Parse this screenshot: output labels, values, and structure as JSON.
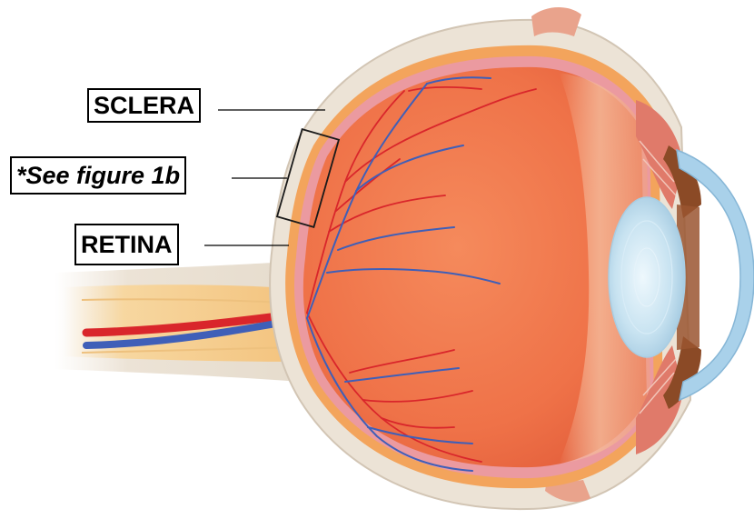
{
  "labels": {
    "sclera": "SCLERA",
    "see_figure": "*See figure 1b",
    "retina": "RETINA"
  },
  "colors": {
    "sclera": "#ece3d6",
    "sclera_edge": "#cdbfae",
    "retina_fill": "#f07a4e",
    "retina_pink": "#eb9aa0",
    "choroid_orange": "#f3a45c",
    "vitreous_haze": "#f2c0a4",
    "artery": "#d9262b",
    "vein": "#3f5fb8",
    "nerve": "#f7d49a",
    "lens": "#c9e4f2",
    "cornea": "#a9d1ea",
    "iris": "#8b4a26",
    "ciliary": "#e07a6a"
  },
  "icons": [
    "eye-cross-section-illustration"
  ]
}
